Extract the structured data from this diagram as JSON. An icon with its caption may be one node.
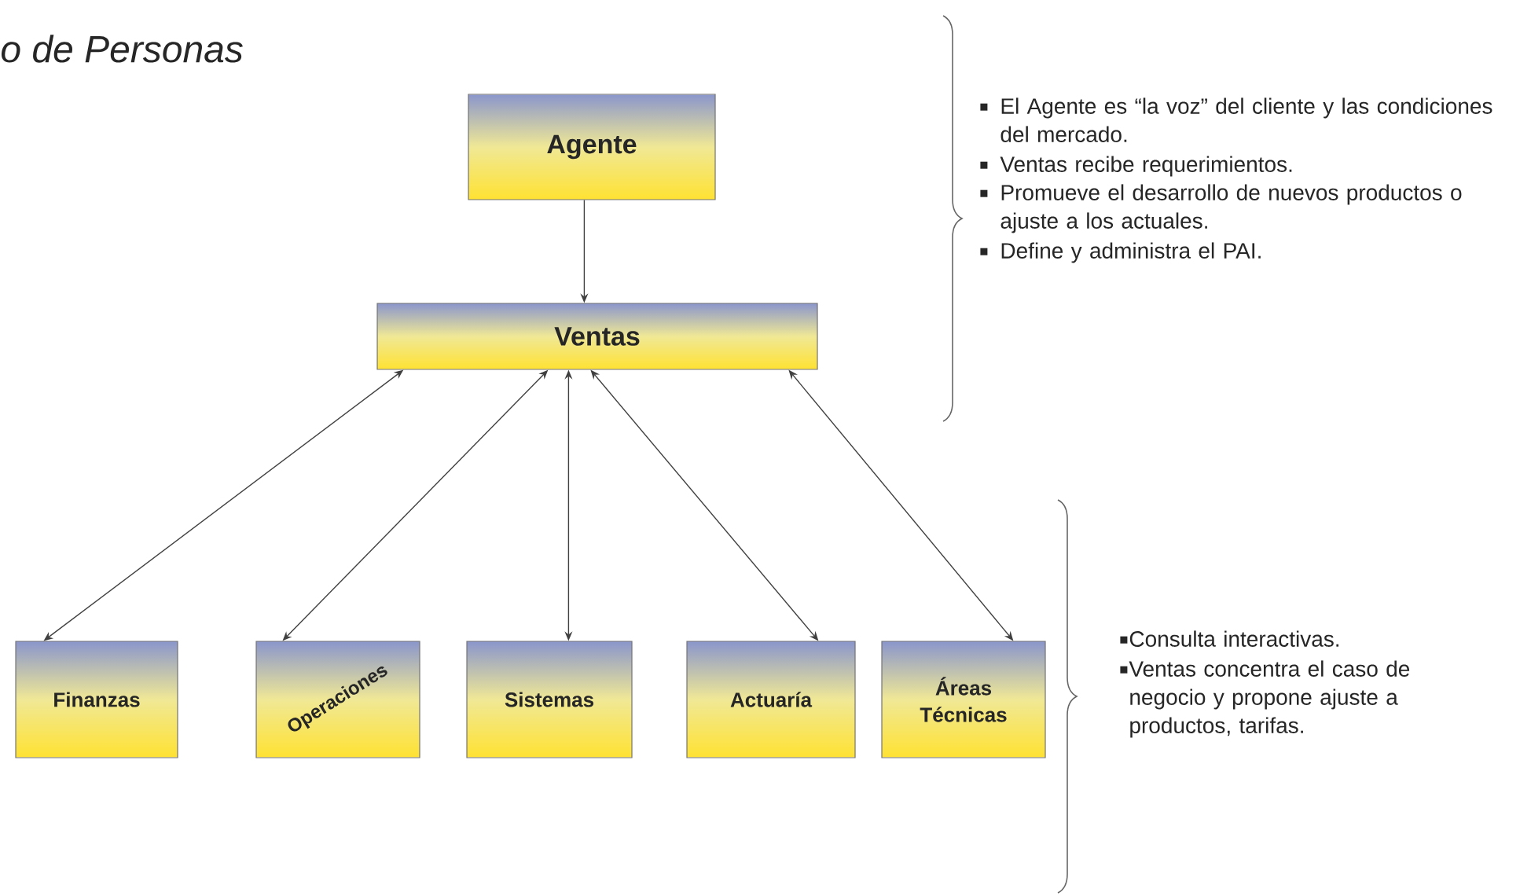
{
  "diagram": {
    "title": "o de Personas",
    "nodes": [
      {
        "text": [
          "Agente"
        ]
      },
      {
        "text": [
          "Ventas"
        ]
      },
      {
        "text": [
          "Finanzas"
        ]
      },
      {
        "text": [
          "Operaciones"
        ]
      },
      {
        "text": [
          "Sistemas"
        ]
      },
      {
        "text": [
          "Actuaría"
        ]
      },
      {
        "text": [
          "Áreas Técnicas"
        ]
      }
    ],
    "edges": [
      {
        "from": 0,
        "to": 1,
        "arrow": "to"
      },
      {
        "from": 1,
        "to": 2,
        "arrow": "both"
      },
      {
        "from": 1,
        "to": 3,
        "arrow": "both"
      },
      {
        "from": 1,
        "to": 4,
        "arrow": "both"
      },
      {
        "from": 1,
        "to": 5,
        "arrow": "both"
      },
      {
        "from": 1,
        "to": 6,
        "arrow": "both"
      }
    ],
    "labels": [
      "El Agente es “la voz” del cliente y las condiciones del mercado.",
      "Ventas recibe requerimientos.",
      "Promueve el desarrollo de nuevos productos o ajuste a los actuales.",
      "Define y administra el PAI.",
      "Consulta interactivas.",
      "Ventas concentra el caso de negocio y propone ajuste a productos, tarifas."
    ]
  }
}
